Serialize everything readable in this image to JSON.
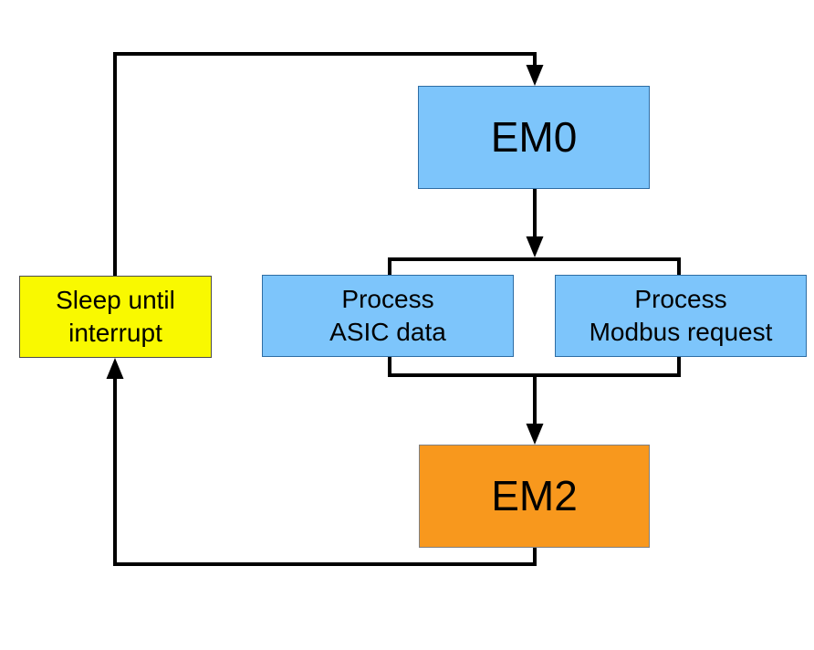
{
  "diagram": {
    "type": "flowchart",
    "nodes": {
      "em0": {
        "label": "EM0"
      },
      "process_asic": {
        "line1": "Process",
        "line2": "ASIC data"
      },
      "process_modbus": {
        "line1": "Process",
        "line2": "Modbus request"
      },
      "em2": {
        "label": "EM2"
      },
      "sleep": {
        "line1": "Sleep until",
        "line2": "interrupt"
      }
    },
    "edges": [
      {
        "from": "em0",
        "to": "process-group",
        "style": "arrow-down"
      },
      {
        "from": "process-group",
        "to": "em2",
        "style": "arrow-down"
      },
      {
        "from": "em2",
        "to": "sleep",
        "style": "loop-left-up-arrow"
      },
      {
        "from": "sleep",
        "to": "em0",
        "style": "loop-up-right-arrow"
      }
    ]
  },
  "colors": {
    "background": "#ffffff",
    "connector": "#000000",
    "node_blue_fill": "#7dc5fb",
    "node_blue_border": "#2e6da4",
    "node_orange_fill": "#f8981d",
    "node_orange_border": "#808080",
    "node_yellow_fill": "#f9f900",
    "node_yellow_border": "#4d4d4d"
  }
}
